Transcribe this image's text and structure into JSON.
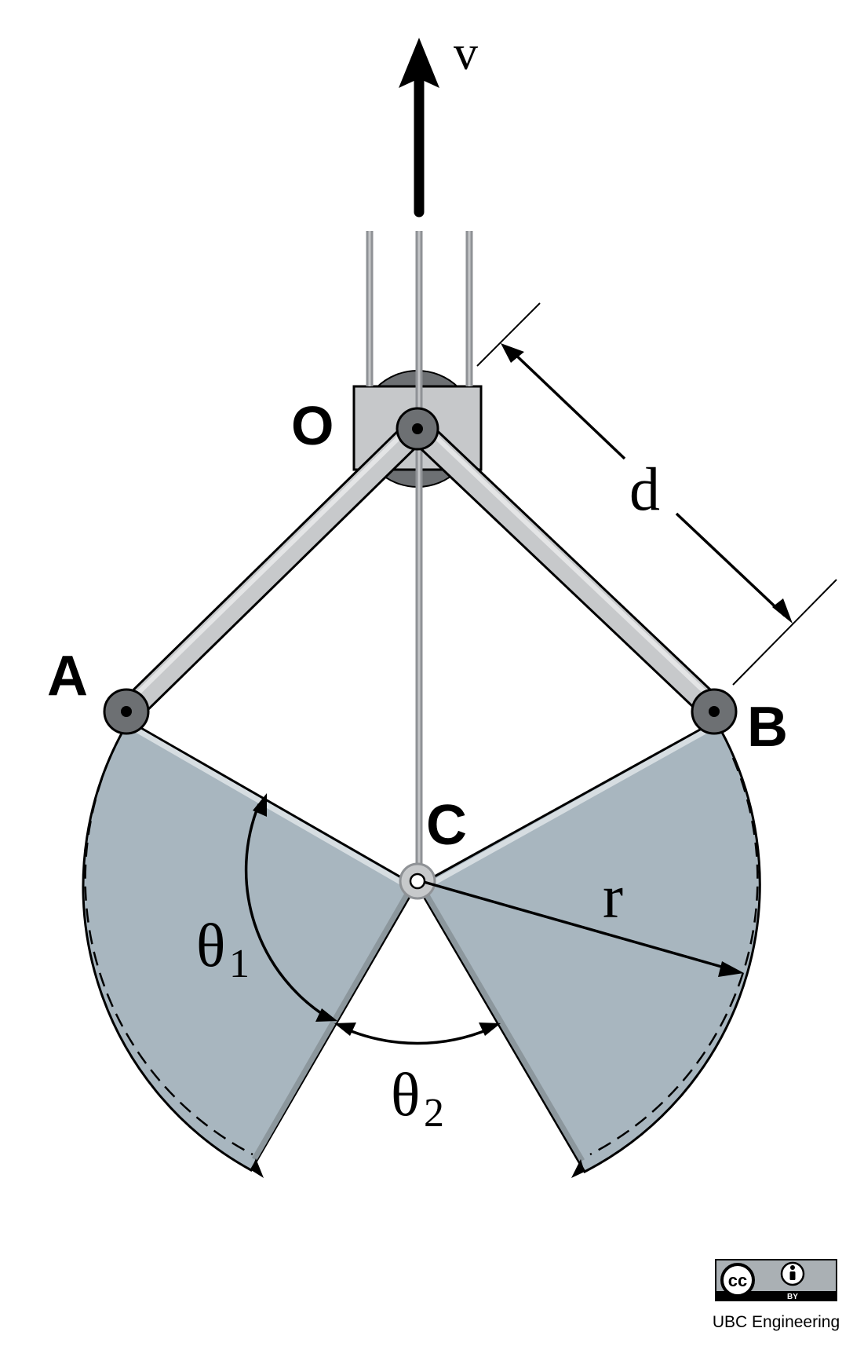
{
  "labels": {
    "velocity": "v",
    "point_o": "O",
    "point_a": "A",
    "point_b": "B",
    "point_c": "C",
    "dimension_d": "d",
    "radius_r": "r",
    "theta": "θ",
    "theta1_sub": "1",
    "theta2_sub": "2"
  },
  "license": {
    "cc": "cc",
    "by": "BY",
    "credit": "UBC Engineering"
  },
  "colors": {
    "jaw_fill": "#a8b6bf",
    "arm_fill": "#c7c9cb",
    "pivot_fill": "#6d7073",
    "housing_fill": "#c6c8ca",
    "cable": "#8f9296"
  }
}
